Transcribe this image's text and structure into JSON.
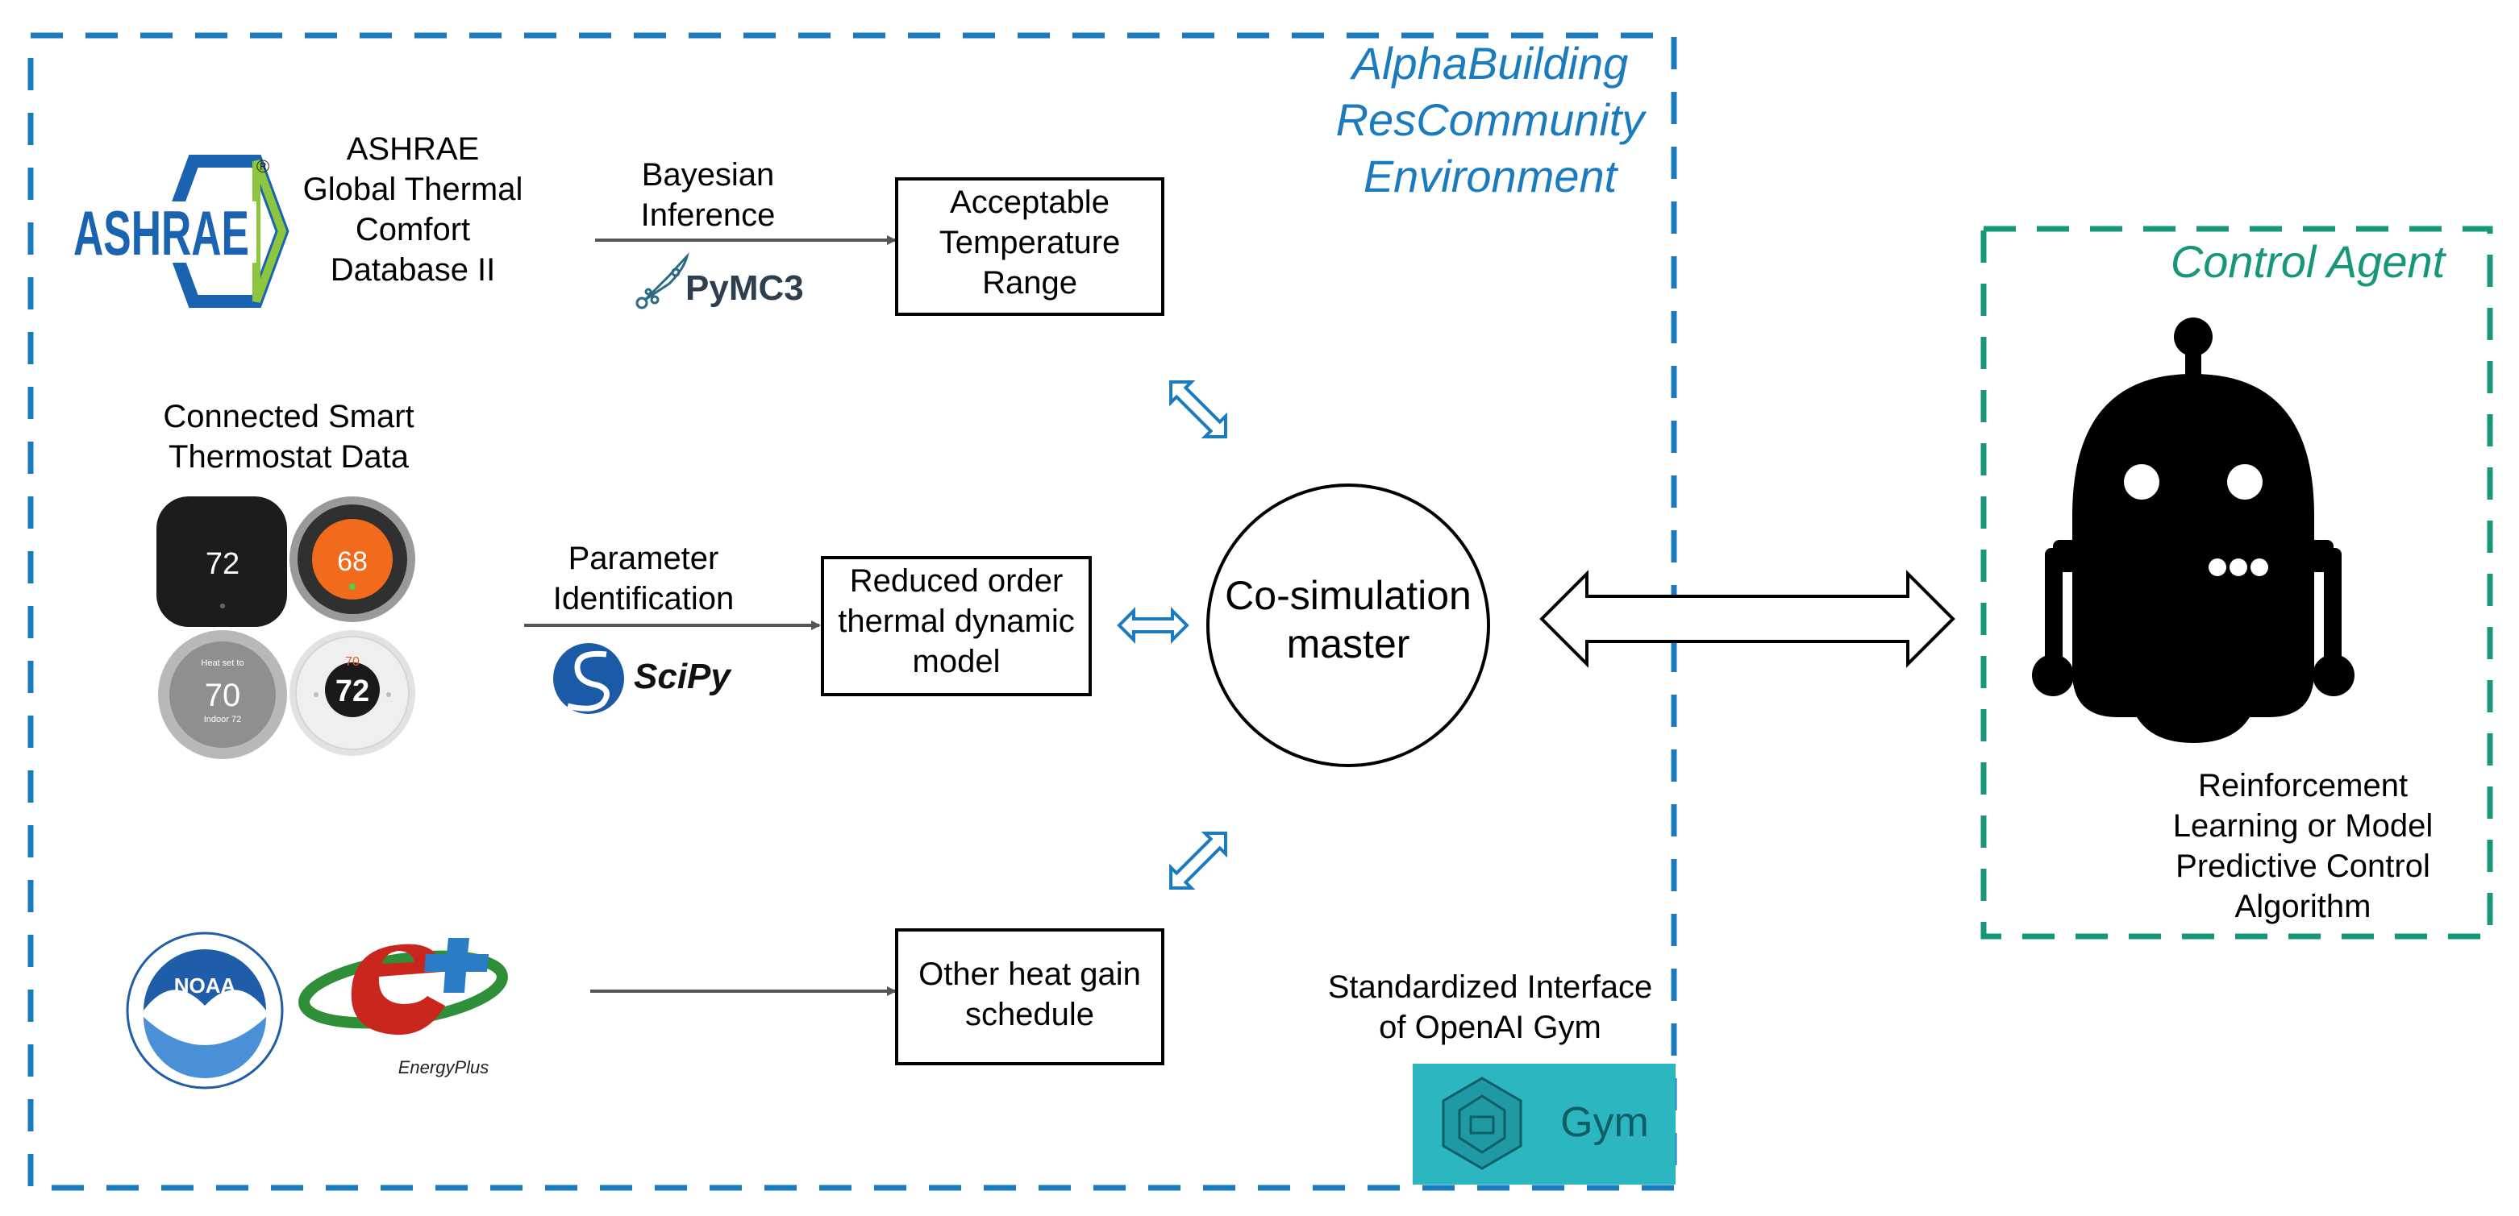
{
  "environment": {
    "title_line1": "AlphaBuilding",
    "title_line2": "ResCommunity",
    "title_line3": "Environment"
  },
  "ashrae": {
    "logo_text": "ASHRAE",
    "registered_mark": "®",
    "label_line1": "ASHRAE",
    "label_line2": "Global Thermal",
    "label_line3": "Comfort",
    "label_line4": "Database II"
  },
  "bayesian": {
    "label_line1": "Bayesian",
    "label_line2": "Inference",
    "library": "PyMC3"
  },
  "acceptable_temp": {
    "line1": "Acceptable",
    "line2": "Temperature",
    "line3": "Range"
  },
  "thermostat": {
    "label_line1": "Connected Smart",
    "label_line2": "Thermostat Data",
    "readings": [
      "72",
      "68",
      "70",
      "72"
    ],
    "small_texts": [
      "Heat set to",
      "Indoor 72",
      "70"
    ]
  },
  "parameter_id": {
    "label_line1": "Parameter",
    "label_line2": "Identification",
    "library": "SciPy"
  },
  "reduced_model": {
    "line1": "Reduced order",
    "line2": "thermal dynamic",
    "line3": "model"
  },
  "cosim": {
    "line1": "Co-simulation",
    "line2": "master"
  },
  "weather": {
    "noaa_text": "NOAA",
    "energyplus_text": "EnergyPlus"
  },
  "heat_gain": {
    "line1": "Other heat gain",
    "line2": "schedule"
  },
  "interface": {
    "line1": "Standardized Interface",
    "line2": "of OpenAI Gym",
    "gym_text": "Gym"
  },
  "agent": {
    "title": "Control Agent",
    "line1": "Reinforcement",
    "line2": "Learning or Model",
    "line3": "Predictive Control",
    "line4": "Algorithm"
  },
  "colors": {
    "env_blue": "#1b7bbf",
    "agent_green": "#17967a",
    "gym_teal": "#2cb6c0",
    "arrow_gray": "#555555"
  }
}
